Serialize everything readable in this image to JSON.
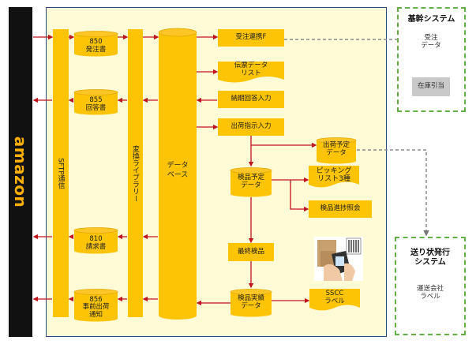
{
  "amazon": {
    "label": "amazon"
  },
  "columns": {
    "sftp": "SFTP通信",
    "library": "変換ライブラリー",
    "database_line1": "データ",
    "database_line2": "ベース"
  },
  "edi_docs": {
    "d850": {
      "code": "850",
      "name": "発注書"
    },
    "d855": {
      "code": "855",
      "name": "回答書"
    },
    "d810": {
      "code": "810",
      "name": "請求書"
    },
    "d856": {
      "code": "856",
      "name": "事前出荷",
      "name2": "通知"
    }
  },
  "process": {
    "order_link": "受注連携F",
    "slip_list_1": "伝票データ",
    "slip_list_2": "リスト",
    "delivery_reply": "納期回答入力",
    "ship_instruction": "出荷指示入力",
    "ship_plan_1": "出荷予定",
    "ship_plan_2": "データ",
    "inspect_plan_1": "検品予定",
    "inspect_plan_2": "データ",
    "picking_1": "ピッキング",
    "picking_2": "リスト3種",
    "inspect_progress": "検品進捗照会",
    "final_inspect": "最終検品",
    "inspect_result_1": "検品実績",
    "inspect_result_2": "データ",
    "sscc_1": "SSCC",
    "sscc_2": "ラベル"
  },
  "core_system": {
    "title": "基幹システム",
    "order_data_1": "受注",
    "order_data_2": "データ",
    "inventory": "在庫引当"
  },
  "shipping_system": {
    "title_1": "送り状発行",
    "title_2": "システム",
    "label_1": "運送会社",
    "label_2": "ラベル"
  },
  "colors": {
    "accent": "#fdc406",
    "arrow": "#c0141c",
    "panel_border": "#2c4a84",
    "system_border": "#62b046"
  }
}
